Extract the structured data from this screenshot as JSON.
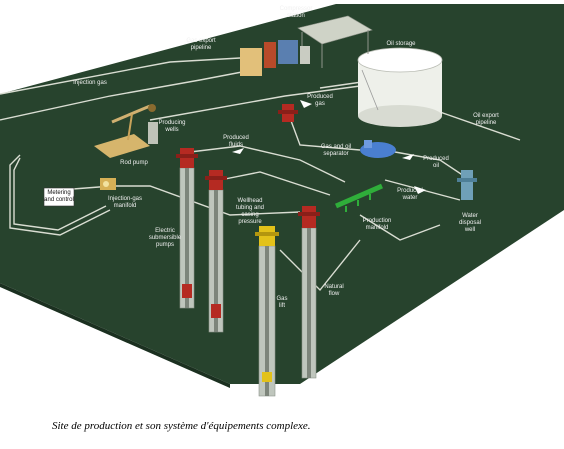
{
  "labels": {
    "compressor_station": "Compressor\nstation",
    "gas_export_pipeline": "Gas export\npipeline",
    "oil_storage": "Oil storage",
    "injection_gas": "Injection gas",
    "producing_wells": "Producing\nwells",
    "produced_gas": "Produced\ngas",
    "oil_export_pipeline": "Oil export\npipeline",
    "produced_fluids": "Produced\nfluids",
    "gas_oil_separator": "Gas and oil\nseparator",
    "produced_oil": "Produced\noil",
    "rod_pump": "Rod pump",
    "metering_control": "Metering\nand control",
    "injection_gas_manifold": "Injection-gas\nmanifold",
    "produced_water": "Produced\nwater",
    "water_disposal_well": "Water\ndisposal\nwell",
    "wellhead_tubing_casing": "Wellhead\ntubing and\ncasing\npressure",
    "production_manifold": "Production\nmanifold",
    "electric_submersible_pumps": "Electric\nsubmersible\npumps",
    "natural_flow": "Natural\nflow",
    "gas_lift": "Gas\nlift"
  },
  "caption": "Site de production et son système d'équipements complexe.",
  "colors": {
    "ground": "#27432d",
    "ground_edge": "#1b3020",
    "pipe": "#d9ddd2",
    "wellhead_red": "#b52a22",
    "wellhead_yellow": "#e3c21a",
    "separator_blue": "#4a7fd0",
    "manifold_green": "#2fae3a",
    "tank": "#eef0ea"
  }
}
